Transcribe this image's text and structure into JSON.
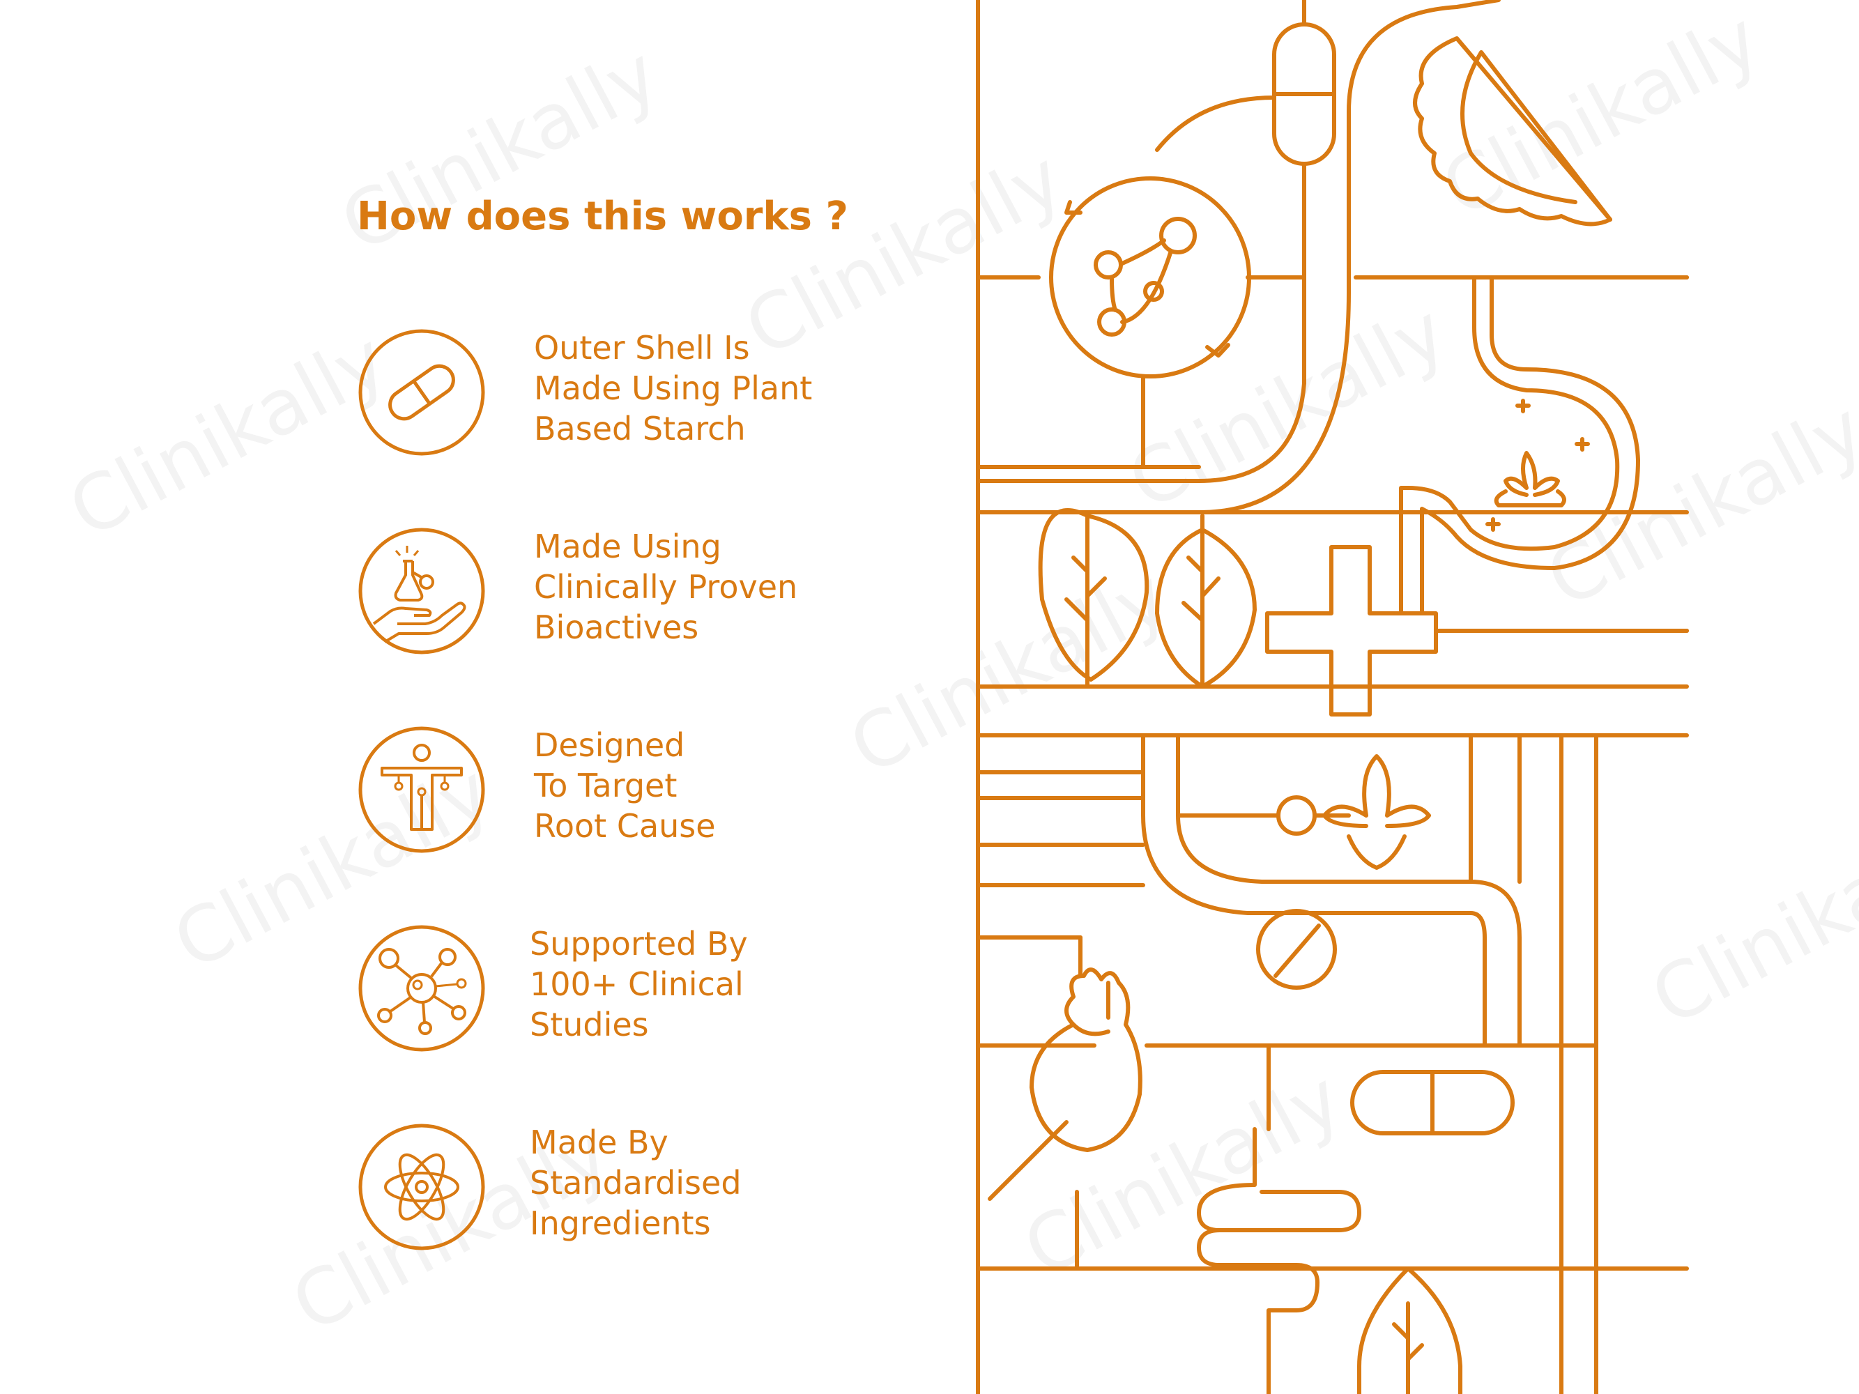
{
  "colors": {
    "accent": "#d97a12",
    "background": "#ffffff",
    "watermark": "#f3f3f3"
  },
  "watermark_text": "Clinikally",
  "heading": "How does this works ?",
  "features": [
    {
      "icon": "capsule-icon",
      "lines": [
        "Outer Shell Is",
        "Made Using Plant",
        "Based Starch"
      ]
    },
    {
      "icon": "microscope-hand-icon",
      "lines": [
        "Made Using",
        "Clinically Proven",
        "Bioactives"
      ]
    },
    {
      "icon": "body-target-icon",
      "lines": [
        "Designed",
        "To Target",
        "Root Cause"
      ]
    },
    {
      "icon": "molecule-network-icon",
      "lines": [
        "Supported By",
        "100+ Clinical",
        "Studies"
      ]
    },
    {
      "icon": "atom-icon",
      "lines": [
        "Made By",
        "Standardised",
        "Ingredients"
      ]
    }
  ]
}
